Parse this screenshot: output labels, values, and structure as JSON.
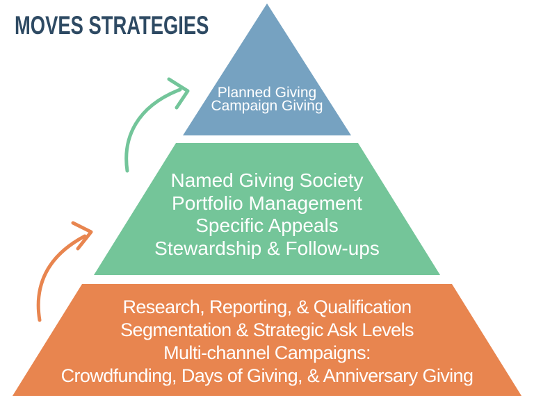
{
  "title": "MOVES STRATEGIES",
  "colors": {
    "background": "#FFFFFF",
    "title_text": "#2E4A63",
    "tier_top": "#76A2C1",
    "tier_middle": "#74C599",
    "tier_bottom": "#E8854F",
    "arrow_green": "#73C59A",
    "arrow_orange": "#E8854F",
    "tier_text": "#FFFFFF"
  },
  "pyramid": {
    "tiers": [
      {
        "id": "top",
        "lines": [
          "Planned Giving",
          "Campaign Giving"
        ]
      },
      {
        "id": "middle",
        "lines": [
          "Named Giving Society",
          "Portfolio Management",
          "Specific Appeals",
          "Stewardship & Follow-ups"
        ]
      },
      {
        "id": "bottom",
        "lines": [
          "Research, Reporting, & Qualification",
          "Segmentation & Strategic Ask Levels",
          "Multi-channel Campaigns:",
          "Crowdfunding, Days of Giving, & Anniversary Giving"
        ]
      }
    ]
  },
  "icons": [
    {
      "name": "green-curved-arrow-icon",
      "shape": "hand-drawn curved arrow pointing up-right",
      "color": "#73C59A"
    },
    {
      "name": "orange-curved-arrow-icon",
      "shape": "hand-drawn curved arrow pointing up-right",
      "color": "#E8854F"
    }
  ]
}
